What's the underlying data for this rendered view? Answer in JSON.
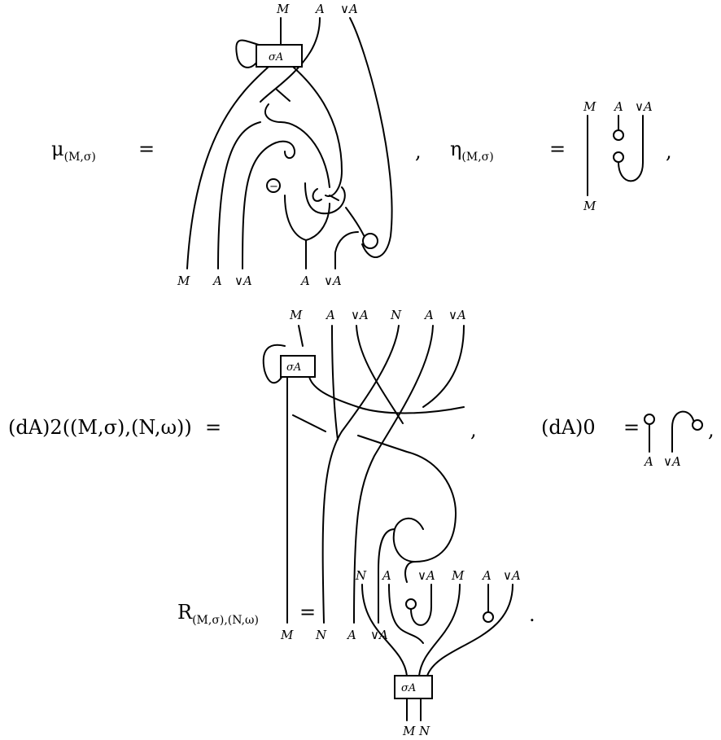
{
  "equations": [
    {
      "lhs": {
        "base": "μ",
        "sub": "(M,σ)"
      },
      "rel": "=",
      "punct": ",",
      "box_label": "σA",
      "top_labels": [
        "M",
        "A",
        "∨A"
      ],
      "bottom_labels": [
        "M",
        "A",
        "∨A",
        "A",
        "∨A"
      ],
      "minus_sign": "−"
    },
    {
      "lhs": {
        "base": "η",
        "sub": "(M,σ)"
      },
      "rel": "=",
      "punct": ",",
      "top_labels": [
        "M",
        "A",
        "∨A"
      ],
      "bottom_labels": [
        "M"
      ]
    },
    {
      "lhs": {
        "text": "(dA)2((M,σ),(N,ω))"
      },
      "rel": "=",
      "punct": ",",
      "box_label": "σA",
      "top_labels": [
        "M",
        "A",
        "∨A",
        "N",
        "A",
        "∨A"
      ],
      "bottom_labels": [
        "M",
        "N",
        "A",
        "∨A"
      ]
    },
    {
      "lhs": {
        "text": "(dA)0"
      },
      "rel": "=",
      "punct": ",",
      "bottom_labels": [
        "A",
        "∨A"
      ]
    },
    {
      "lhs": {
        "base": "R",
        "sub": "(M,σ),(N,ω)"
      },
      "rel": "=",
      "punct": ".",
      "box_label": "σA",
      "top_labels": [
        "N",
        "A",
        "∨A",
        "M",
        "A",
        "∨A"
      ],
      "bottom_labels": [
        "M",
        "N"
      ]
    }
  ]
}
